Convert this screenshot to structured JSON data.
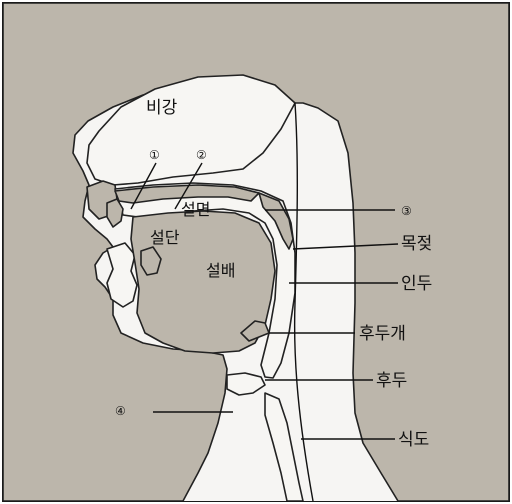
{
  "labels": {
    "nasal_cavity": "비강",
    "tongue_blade": "설면",
    "tongue_tip": "설단",
    "tongue_back": "설배",
    "uvula": "목젖",
    "pharynx": "인두",
    "epiglottis": "후두개",
    "larynx": "후두",
    "esophagus": "식도"
  },
  "markers": {
    "one": "①",
    "two": "②",
    "three": "③",
    "four": "④"
  },
  "colors": {
    "tissue": "#bcb6ab",
    "cavity": "#f7f6f3",
    "outline": "#222222",
    "frame": "#1a1a1a"
  }
}
